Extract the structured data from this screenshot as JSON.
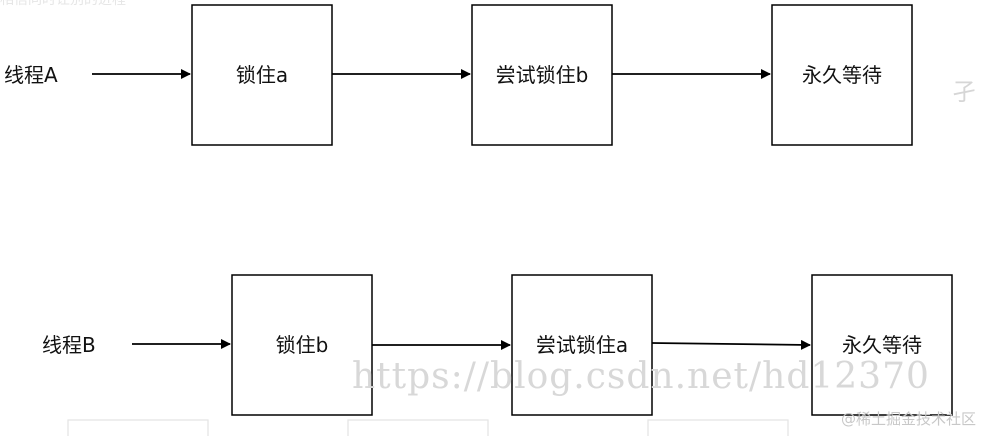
{
  "top_faint_text": "相信同时让别的进程",
  "side_glyph": "孑",
  "watermark": "https://blog.csdn.net/hd12370",
  "badge": "@稀土掘金技术社区",
  "flows": [
    {
      "label": "线程A",
      "steps": [
        "锁住a",
        "尝试锁住b",
        "永久等待"
      ]
    },
    {
      "label": "线程B",
      "steps": [
        "锁住b",
        "尝试锁住a",
        "永久等待"
      ]
    }
  ]
}
